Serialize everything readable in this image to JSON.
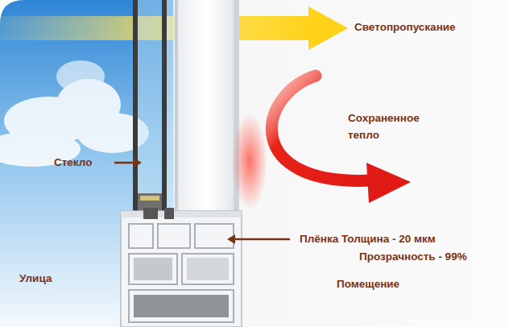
{
  "diagram": {
    "labels": [
      "Светопропускание",
      "Сохраненное тепло",
      "Стекло",
      "Плёнка Толщина - 20 мкм",
      "Прозрачность - 99%",
      "Улица",
      "Помещение"
    ]
  }
}
